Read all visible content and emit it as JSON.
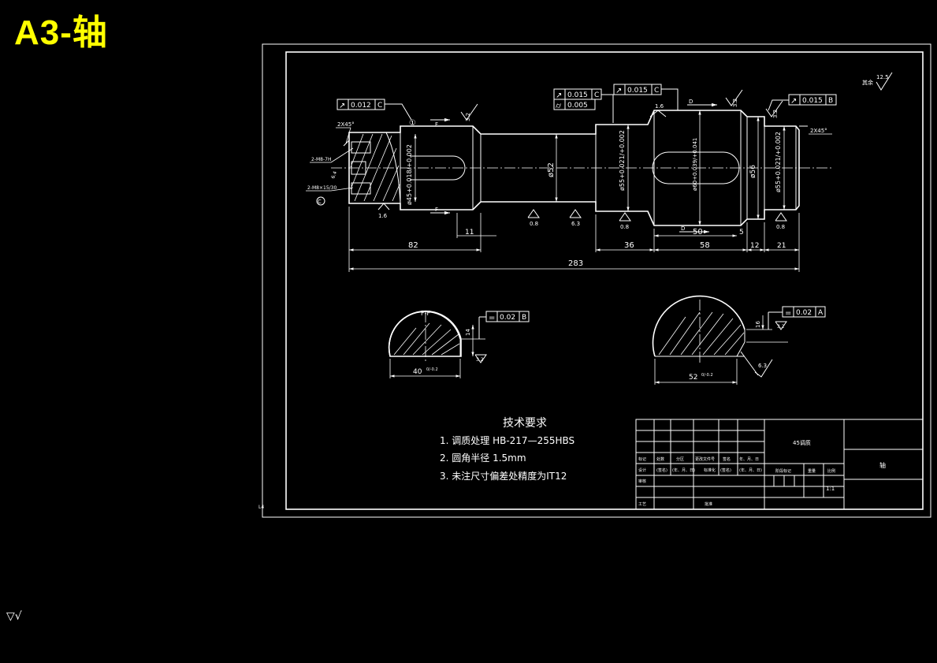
{
  "sheet": {
    "title": "A3-轴",
    "corner_mark": "L4"
  },
  "tolerance_frames": {
    "left_runout": {
      "symbol": "↗",
      "value": "0.012",
      "datum": "C"
    },
    "mid_runout": {
      "symbol": "↗",
      "value": "0.015",
      "datum": "C"
    },
    "mid_cyl": {
      "symbol": "⌭",
      "value": "0.005"
    },
    "upper_runout": {
      "symbol": "↗",
      "value": "0.015",
      "datum": "C"
    },
    "right_runout": {
      "symbol": "↗",
      "value": "0.015",
      "datum": "B"
    },
    "section_ff_sym": {
      "symbol": "=",
      "value": "0.02",
      "datum": "B"
    },
    "section_right_sym": {
      "symbol": "=",
      "value": "0.02",
      "datum": "A"
    }
  },
  "surface_finish": {
    "rest_label": "其余",
    "rest_value": "12.5",
    "r32_a": "3.2",
    "r32_b": "3.2",
    "r32_c": "3.2",
    "r16_a": "1.6",
    "r16_b": "1.6",
    "r08_a": "0.8",
    "r08_b": "0.8",
    "r08_c": "0.8",
    "r63_a": "6.3",
    "r63_b": "6.3",
    "r32_sec": "3.2"
  },
  "annotations": {
    "chamfer_left": "2X45°",
    "chamfer_right": "2X45°",
    "thread_1": "2-M8-7H",
    "thread_2": "2-M8×15/30",
    "hole_depth": "6.4",
    "center_mark": "C",
    "circle_mark": "①",
    "section_arrow_f": "F",
    "section_arrow_d": "D",
    "section_ff_label": "F-F"
  },
  "diameters": {
    "d45": "ø45+0.018/+0.002",
    "d52": "ø52",
    "d55_left": "ø55+0.021/+0.002",
    "d60": "ø60+0.039/+0.041",
    "d56": "ø56",
    "d55_right": "ø55+0.021/+0.002"
  },
  "dimensions": {
    "len_82": "82",
    "len_11": "11",
    "len_36": "36",
    "len_58": "58",
    "len_50": "50",
    "len_5": "5",
    "len_12": "12",
    "len_21": "21",
    "len_283": "283",
    "ff_width": "40",
    "ff_tol": "0/-0.2",
    "ff_depth": "14",
    "right_width": "52",
    "right_tol": "0/-0.2",
    "right_depth": "16"
  },
  "tech_requirements": {
    "heading": "技术要求",
    "item_1": "1. 调质处理 HB-217—255HBS",
    "item_2": "2. 圆角半径  1.5mm",
    "item_3": "3. 未注尺寸偏差处精度为IT12"
  },
  "title_block": {
    "material": "45调质",
    "part_name": "轴",
    "scale": "1:1",
    "col_mark": "标记",
    "col_count": "处数",
    "col_zone": "分区",
    "col_doc": "更改文件号",
    "col_sign": "签名",
    "col_date": "年、月、日",
    "row_design": "设计",
    "row_std": "标准化",
    "row_check": "审核",
    "row_proc": "工艺",
    "row_approve": "批准",
    "sig_label": "(签名)",
    "date_label": "(年、月、日)",
    "stage_label": "阶段标记",
    "weight_label": "重量",
    "ratio_label": "比例"
  },
  "bottom_symbol": "▽√"
}
